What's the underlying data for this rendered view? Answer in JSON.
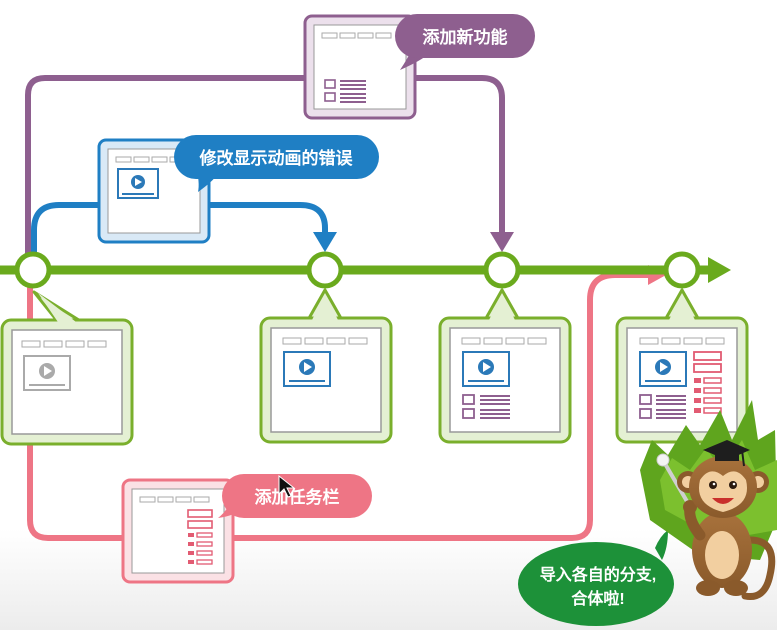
{
  "bubbles": {
    "add_feature": "添加新功能",
    "fix_animation": "修改显示动画的错误",
    "add_taskbar": "添加任务栏",
    "merge": [
      "导入各自的分支,",
      "合体啦!"
    ]
  },
  "colors": {
    "main_line": "#6aaa1d",
    "purple": "#8e5f8f",
    "blue": "#1f7fc4",
    "pink": "#ee7585",
    "green_bubble": "#1d9139",
    "window_blue": "#2b79b8",
    "window_purple": "#8e5f8f",
    "window_red": "#e25b72",
    "window_gray": "#aaaaaa"
  }
}
